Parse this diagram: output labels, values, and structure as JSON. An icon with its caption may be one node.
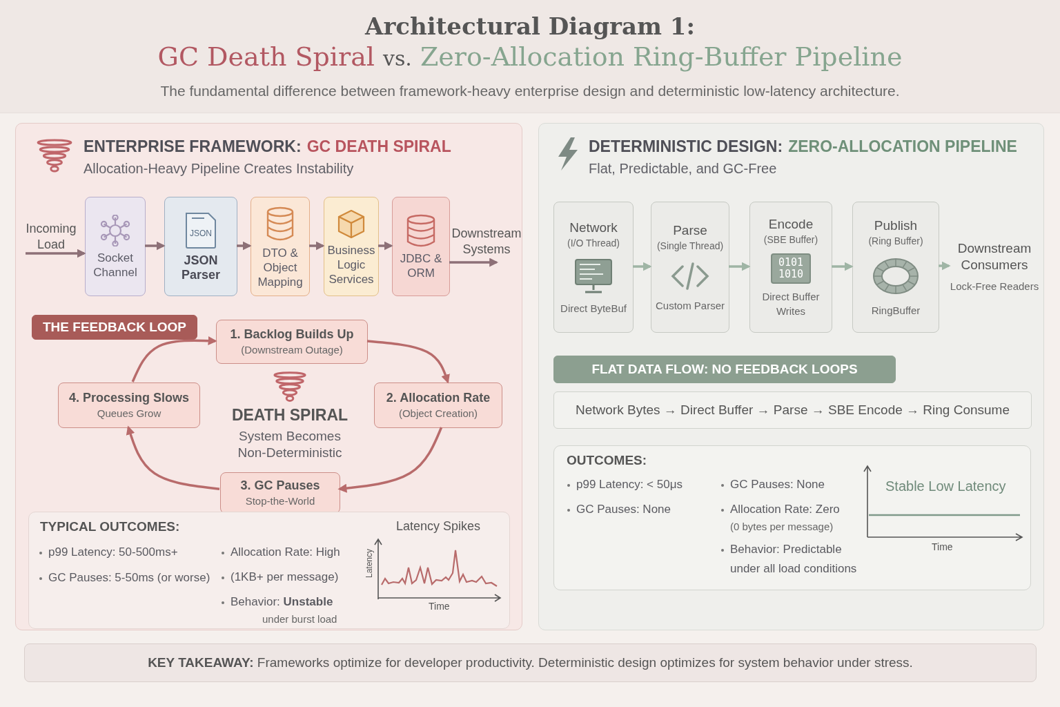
{
  "diagram": {
    "title": "Architectural Diagram 1:",
    "nodes": [
      {
        "text": [
          "ENTERPRISE FRAMEWORK:",
          "GC DEATH SPIRAL",
          "Allocation-Heavy Pipeline Creates Instability"
        ]
      },
      {
        "text": [
          "Incoming Load"
        ],
        "in": 0
      },
      {
        "text": [
          "Socket Channel"
        ],
        "in": 0
      },
      {
        "text": [
          "JSON",
          "JSON Parser"
        ],
        "in": 0
      },
      {
        "text": [
          "DTO & Object Mapping"
        ],
        "in": 0
      },
      {
        "text": [
          "Business Logic Services"
        ],
        "in": 0
      },
      {
        "text": [
          "JDBC & ORM"
        ],
        "in": 0
      },
      {
        "text": [
          "Downstream Systems"
        ],
        "in": 0
      },
      {
        "text": [
          "THE FEEDBACK LOOP"
        ],
        "in": 0
      },
      {
        "text": [
          "1. Backlog Builds Up",
          "(Downstream Outage)"
        ],
        "in": 0
      },
      {
        "text": [
          "2. Allocation Rate",
          "(Object Creation)"
        ],
        "in": 0
      },
      {
        "text": [
          "3. GC Pauses",
          "Stop-the-World"
        ],
        "in": 0
      },
      {
        "text": [
          "4. Processing Slows",
          "Queues Grow"
        ],
        "in": 0
      },
      {
        "text": [
          "TYPICAL OUTCOMES:",
          "p99 Latency: 50-500ms+",
          "GC Pauses: 5-50ms (or worse)",
          "Allocation Rate: High",
          "(1KB+ per message)",
          "Behavior: **Unstable**",
          "under burst load"
        ],
        "in": 0
      },
      {
        "text": [
          "DETERMINISTIC DESIGN:",
          "ZERO-ALLOCATION PIPELINE",
          "Flat, Predictable, and GC-Free"
        ]
      },
      {
        "text": [
          "Network",
          "(I/O Thread)",
          "Direct ByteBuf"
        ],
        "in": 14
      },
      {
        "text": [
          "Parse",
          "(Single Thread)",
          "Custom Parser"
        ],
        "in": 14
      },
      {
        "text": [
          "Encode",
          "(SBE Buffer)",
          "0101 1010",
          "Direct Buffer Writes"
        ],
        "in": 14
      },
      {
        "text": [
          "Publish",
          "(Ring Buffer)",
          "RingBuffer"
        ],
        "in": 14
      },
      {
        "text": [
          "Downstream Consumers",
          "Lock-Free Readers"
        ],
        "in": 14
      },
      {
        "text": [
          "FLAT DATA FLOW: NO FEEDBACK LOOPS"
        ],
        "in": 14
      },
      {
        "text": [
          "Network Bytes → Direct Buffer → Parse → SBE Encode → Ring Consume"
        ],
        "in": 14
      },
      {
        "text": [
          "OUTCOMES:",
          "p99 Latency: < 50μs",
          "GC Pauses: None",
          "GC Pauses: None",
          "Allocation Rate: Zero",
          "(0 bytes per message)",
          "Behavior: Predictable",
          "under all load conditions"
        ],
        "in": 14
      },
      {
        "text": [
          "**KEY TAKEAWAY:** Frameworks optimize for developer productivity. Deterministic design optimizes for system behavior under stress."
        ]
      }
    ],
    "edges": [
      {
        "from": 1,
        "to": 2,
        "arrow": "to"
      },
      {
        "from": 2,
        "to": 3,
        "arrow": "to"
      },
      {
        "from": 3,
        "to": 4,
        "arrow": "to"
      },
      {
        "from": 4,
        "to": 5,
        "arrow": "to"
      },
      {
        "from": 5,
        "to": 6,
        "arrow": "to"
      },
      {
        "from": 6,
        "to": 7,
        "arrow": "to"
      },
      {
        "from": 9,
        "to": 10,
        "arrow": "to",
        "color": "#b86b6b"
      },
      {
        "from": 10,
        "to": 11,
        "arrow": "to",
        "color": "#b86b6b"
      },
      {
        "from": 11,
        "to": 12,
        "arrow": "to",
        "color": "#b86b6b"
      },
      {
        "from": 12,
        "to": 9,
        "arrow": "to",
        "color": "#b86b6b"
      },
      {
        "from": 15,
        "to": 16,
        "arrow": "to",
        "color": "#9fb5a5"
      },
      {
        "from": 16,
        "to": 17,
        "arrow": "to",
        "color": "#9fb5a5"
      },
      {
        "from": 17,
        "to": 18,
        "arrow": "to",
        "color": "#9fb5a5"
      },
      {
        "from": 18,
        "to": 19,
        "arrow": "to",
        "color": "#9fb5a5"
      }
    ],
    "labels": [
      "GC Death Spiral",
      "vs.",
      "Zero-Allocation Ring-Buffer Pipeline",
      "The fundamental difference between framework-heavy enterprise design and deterministic low-latency architecture.",
      "DEATH SPIRAL",
      "System Becomes Non-Deterministic",
      "Latency Spikes",
      "Latency",
      "Time",
      "Stable Low Latency",
      "Time"
    ]
  }
}
